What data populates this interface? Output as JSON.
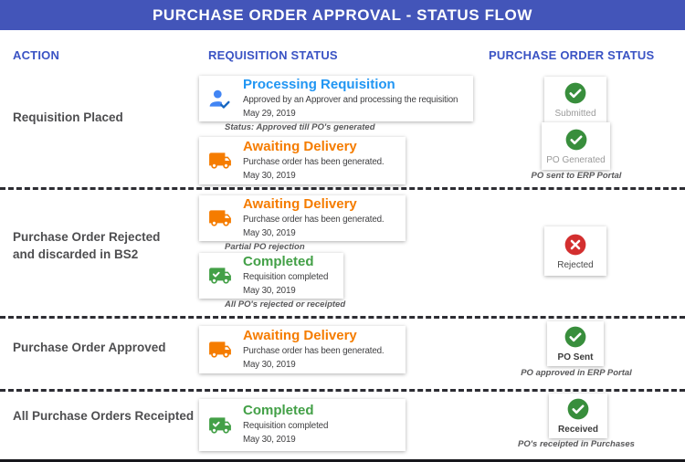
{
  "title": "PURCHASE ORDER APPROVAL - STATUS FLOW",
  "columns": {
    "action": "ACTION",
    "requisition": "REQUISITION STATUS",
    "purchase_order": "PURCHASE ORDER STATUS"
  },
  "colors": {
    "banner_blue": "#4355B9",
    "column_header_blue": "#3A53C4",
    "processing_blue": "#2196F3",
    "awaiting_orange": "#F57C00",
    "completed_green": "#43A047",
    "check_circle_green": "#388E3C",
    "reject_circle_red": "#D32F2F"
  },
  "icons": {
    "processing": "person-check-icon",
    "awaiting": "delivery-truck-icon",
    "completed": "truck-check-icon",
    "success": "check-circle-icon",
    "rejected": "x-circle-icon"
  },
  "rows": [
    {
      "action_lines": [
        "Requisition Placed"
      ],
      "cards": [
        {
          "title": "Processing Requisition",
          "desc": "Approved by an Approver and processing the requisition",
          "date": "May 29, 2019",
          "caption": "Status: Approved till PO's generated"
        },
        {
          "title": "Awaiting Delivery",
          "desc": "Purchase order has been generated.",
          "date": "May 30, 2019"
        }
      ],
      "statuses": [
        {
          "label": "Submitted"
        },
        {
          "label": "PO Generated",
          "caption": "PO sent to ERP Portal"
        }
      ]
    },
    {
      "action_lines": [
        "Purchase Order Rejected",
        "and discarded in BS2"
      ],
      "cards": [
        {
          "title": "Awaiting Delivery",
          "desc": "Purchase order has been generated.",
          "date": "May 30, 2019",
          "caption": "Partial PO rejection"
        },
        {
          "title": "Completed",
          "desc": "Requisition completed",
          "date": "May 30, 2019",
          "caption": "All PO's rejected or receipted"
        }
      ],
      "statuses": [
        {
          "label": "Rejected"
        }
      ]
    },
    {
      "action_lines": [
        "Purchase Order Approved"
      ],
      "cards": [
        {
          "title": "Awaiting Delivery",
          "desc": "Purchase order has been generated.",
          "date": "May 30, 2019"
        }
      ],
      "statuses": [
        {
          "label": "PO Sent",
          "caption": "PO approved in ERP Portal"
        }
      ]
    },
    {
      "action_lines": [
        "All Purchase Orders Receipted"
      ],
      "cards": [
        {
          "title": "Completed",
          "desc": "Requisition completed",
          "date": "May 30, 2019"
        }
      ],
      "statuses": [
        {
          "label": "Received",
          "caption": "PO's receipted in Purchases"
        }
      ]
    }
  ]
}
